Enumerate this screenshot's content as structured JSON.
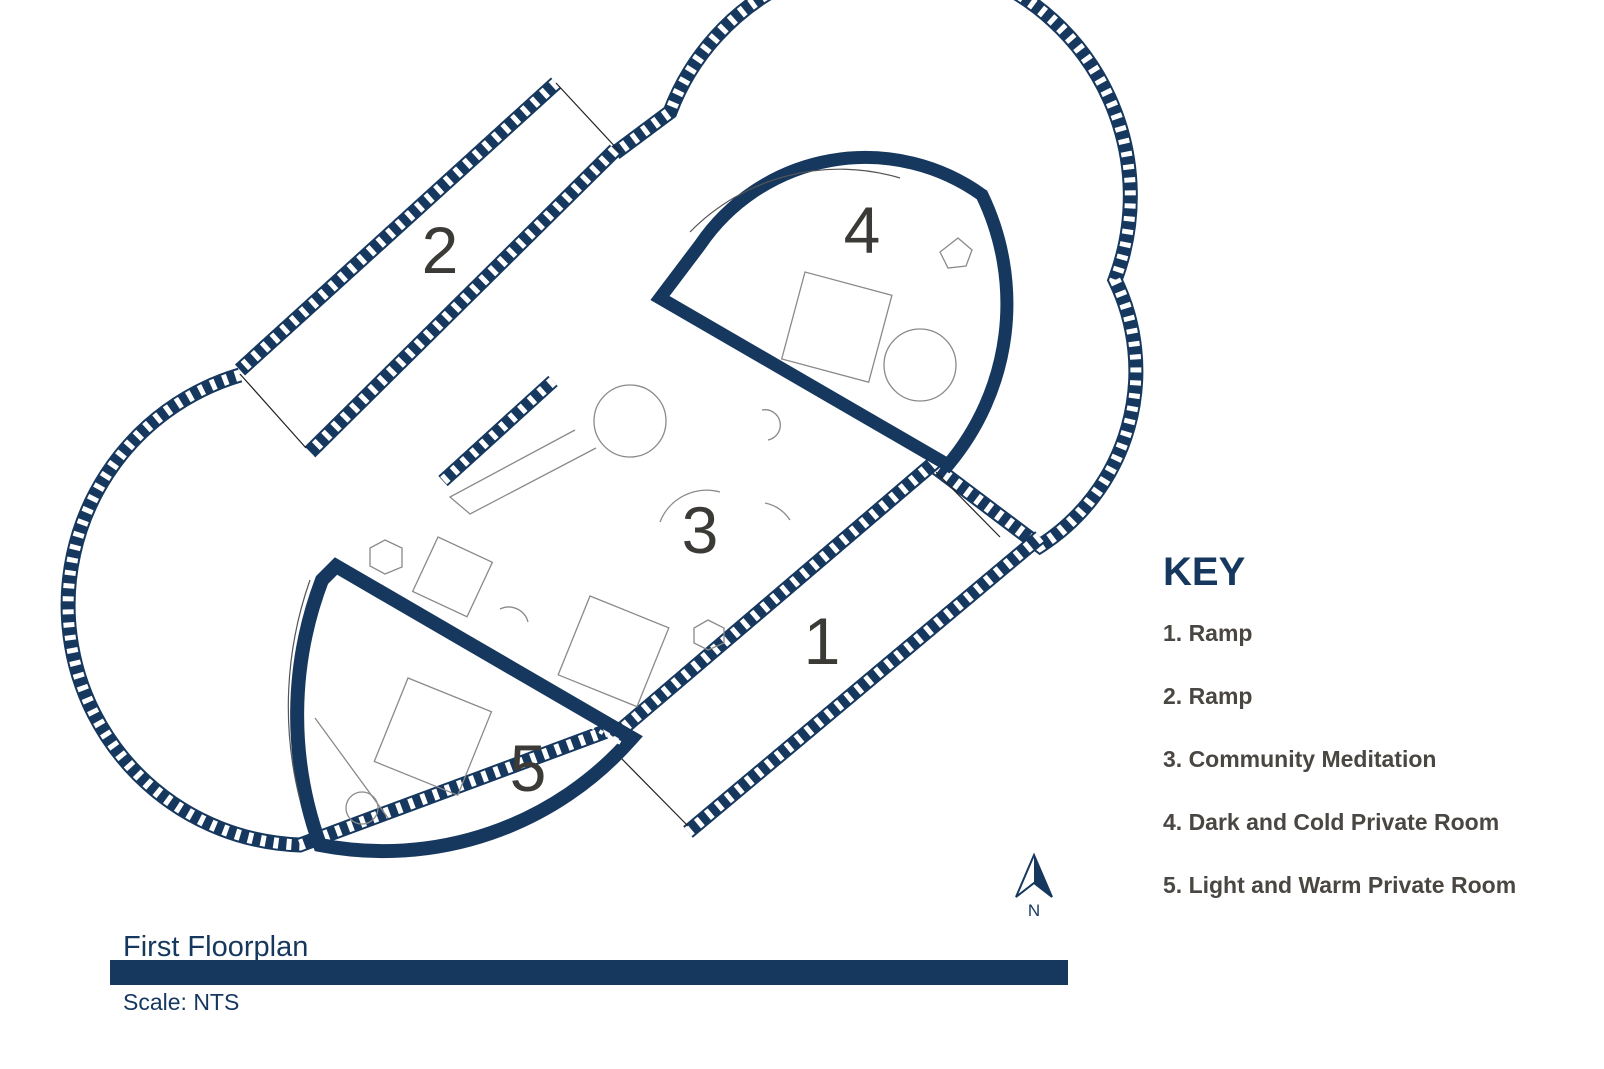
{
  "plan": {
    "title": "First Floorplan",
    "scale": "Scale: NTS",
    "rooms": [
      {
        "number": "1"
      },
      {
        "number": "2"
      },
      {
        "number": "3"
      },
      {
        "number": "4"
      },
      {
        "number": "5"
      }
    ],
    "north_label": "N"
  },
  "key": {
    "title": "KEY",
    "items": [
      "1. Ramp",
      "2. Ramp",
      "3. Community Meditation",
      "4. Dark and Cold Private Room",
      "5. Light and Warm Private Room"
    ]
  },
  "colors": {
    "wall": "#16385f",
    "text": "#4a4743",
    "furniture": "#8a8a8a"
  }
}
